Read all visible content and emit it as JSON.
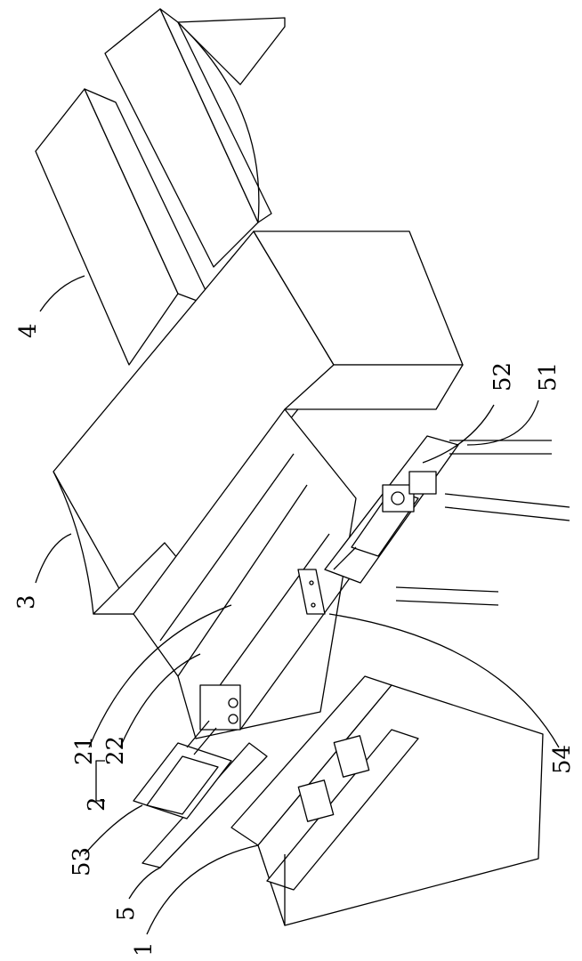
{
  "figure": {
    "labels": {
      "l1": "1",
      "l2": "2",
      "l21": "21",
      "l22": "22",
      "l3": "3",
      "l4": "4",
      "l5": "5",
      "l51": "51",
      "l52": "52",
      "l53": "53",
      "l54": "54"
    }
  }
}
